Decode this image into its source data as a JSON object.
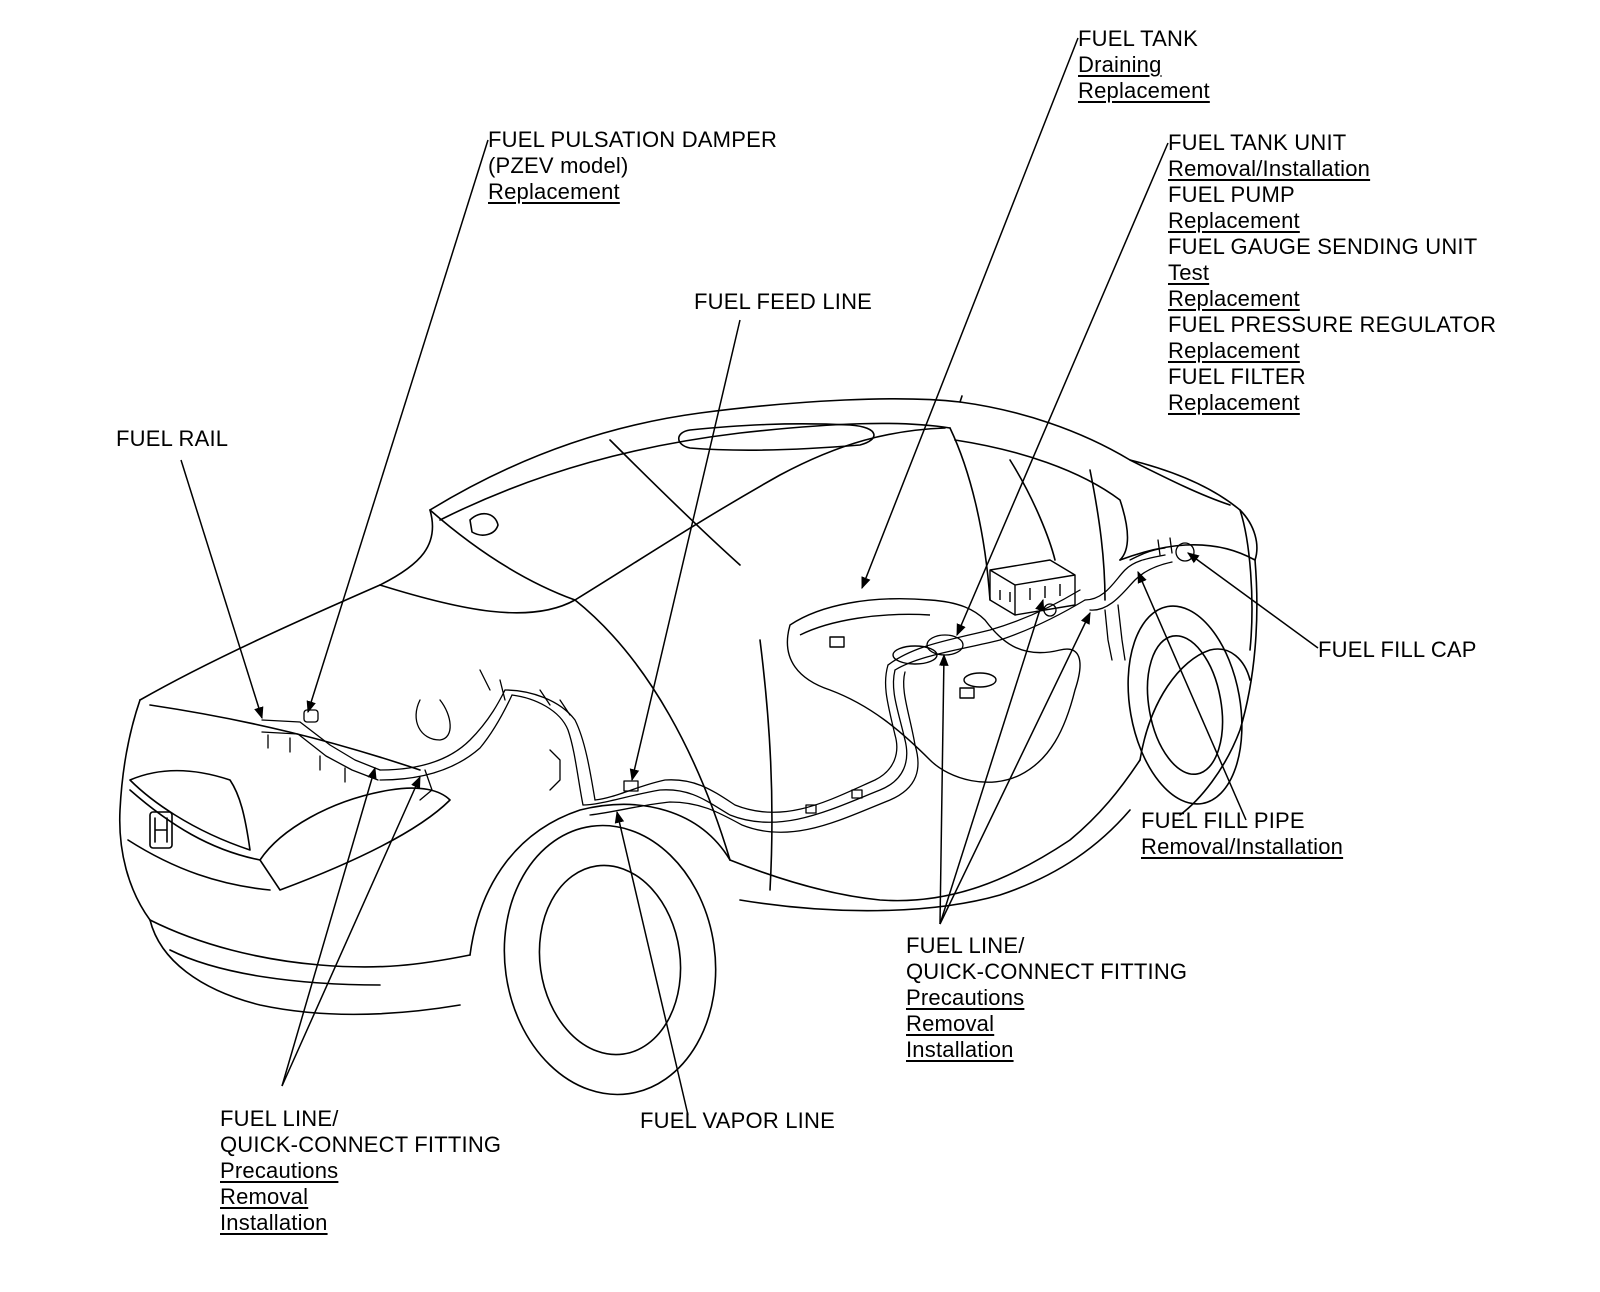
{
  "callouts": {
    "fuel_tank": {
      "heading": "FUEL TANK",
      "links": [
        "Draining",
        "Replacement"
      ]
    },
    "fuel_pulsation_damper": {
      "heading": "FUEL PULSATION DAMPER",
      "subheading": "(PZEV model)",
      "links": [
        "Replacement"
      ]
    },
    "fuel_tank_unit_group": {
      "entries": [
        {
          "heading": "FUEL TANK UNIT",
          "links": [
            "Removal/Installation"
          ]
        },
        {
          "heading": "FUEL PUMP",
          "links": [
            "Replacement"
          ]
        },
        {
          "heading": "FUEL GAUGE SENDING UNIT",
          "links": [
            "Test",
            "Replacement"
          ]
        },
        {
          "heading": "FUEL PRESSURE REGULATOR",
          "links": [
            "Replacement"
          ]
        },
        {
          "heading": "FUEL FILTER",
          "links": [
            "Replacement"
          ]
        }
      ]
    },
    "fuel_feed_line": {
      "heading": "FUEL FEED LINE"
    },
    "fuel_rail": {
      "heading": "FUEL RAIL"
    },
    "fuel_fill_cap": {
      "heading": "FUEL FILL CAP"
    },
    "fuel_fill_pipe": {
      "heading": "FUEL FILL PIPE",
      "links": [
        "Removal/Installation"
      ]
    },
    "fuel_line_rear": {
      "heading_1": "FUEL LINE/",
      "heading_2": "QUICK-CONNECT FITTING",
      "links": [
        "Precautions",
        "Removal",
        "Installation"
      ]
    },
    "fuel_line_front": {
      "heading_1": "FUEL LINE/",
      "heading_2": "QUICK-CONNECT FITTING",
      "links": [
        "Precautions",
        "Removal",
        "Installation"
      ]
    },
    "fuel_vapor_line": {
      "heading": "FUEL VAPOR LINE"
    }
  }
}
